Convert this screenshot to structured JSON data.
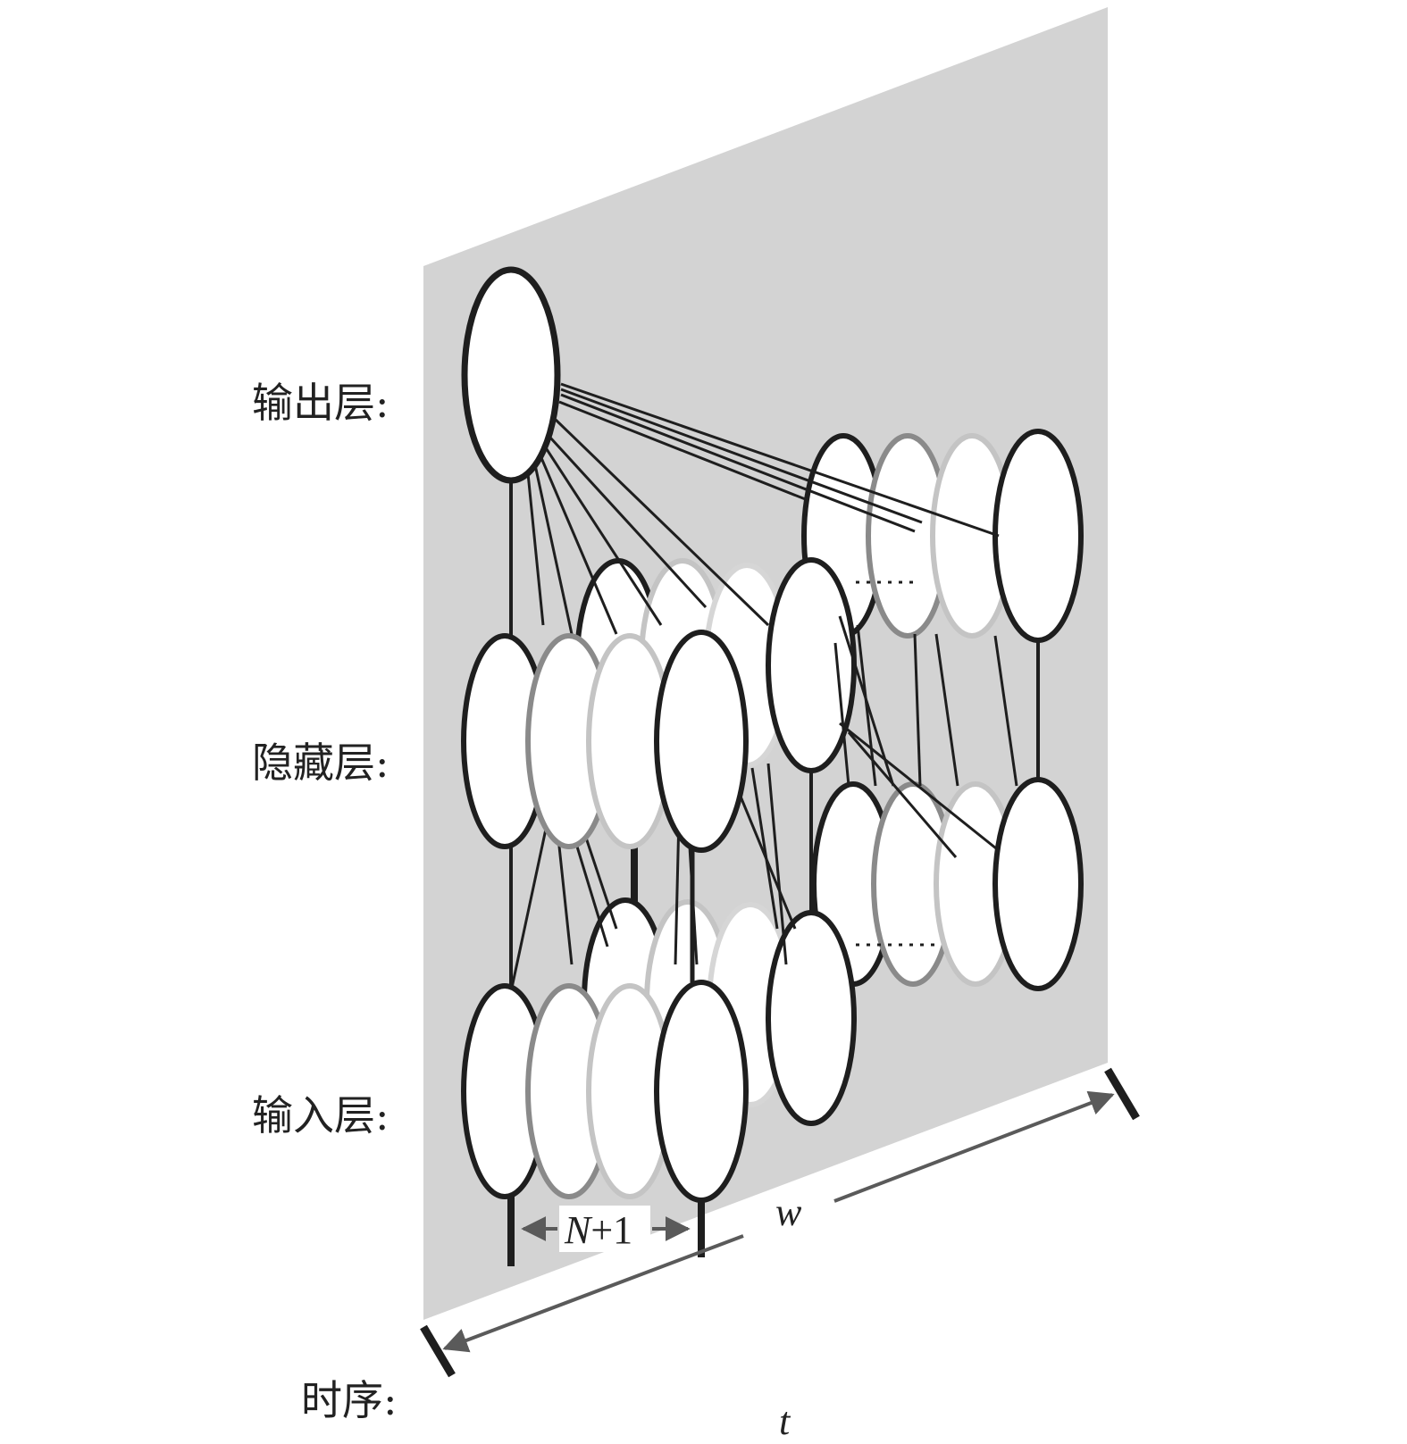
{
  "labels": {
    "output_layer": "输出层:",
    "hidden_layer": "隐藏层:",
    "input_layer": "输入层:",
    "time_sequence": "时序:",
    "n_plus_one_var": "N",
    "n_plus_one_rest": "+1",
    "window": "w",
    "time": "t"
  },
  "colors": {
    "plane": "#d3d3d3",
    "node_dark": "#1e1e1e",
    "node_gray": "#8a8a8a",
    "node_light": "#c4c4c4",
    "connection": "#1e1e1e",
    "arrow": "#5a5a5a",
    "text": "#222222"
  }
}
